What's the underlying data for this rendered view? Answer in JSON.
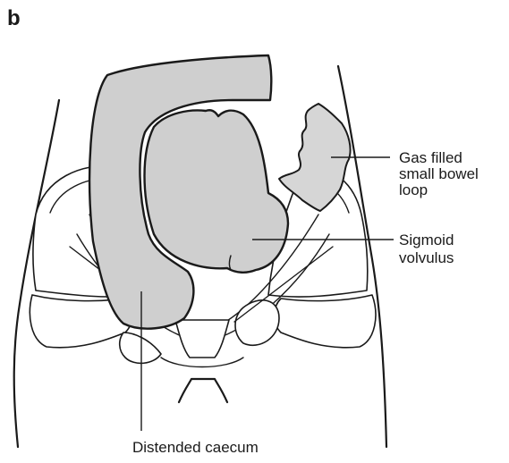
{
  "panel_label": "b",
  "labels": {
    "gas_loop_line1": "Gas filled",
    "gas_loop_line2": "small bowel",
    "gas_loop_line3": "loop",
    "sigmoid_line1": "Sigmoid",
    "sigmoid_line2": "volvulus",
    "caecum": "Distended caecum"
  }
}
